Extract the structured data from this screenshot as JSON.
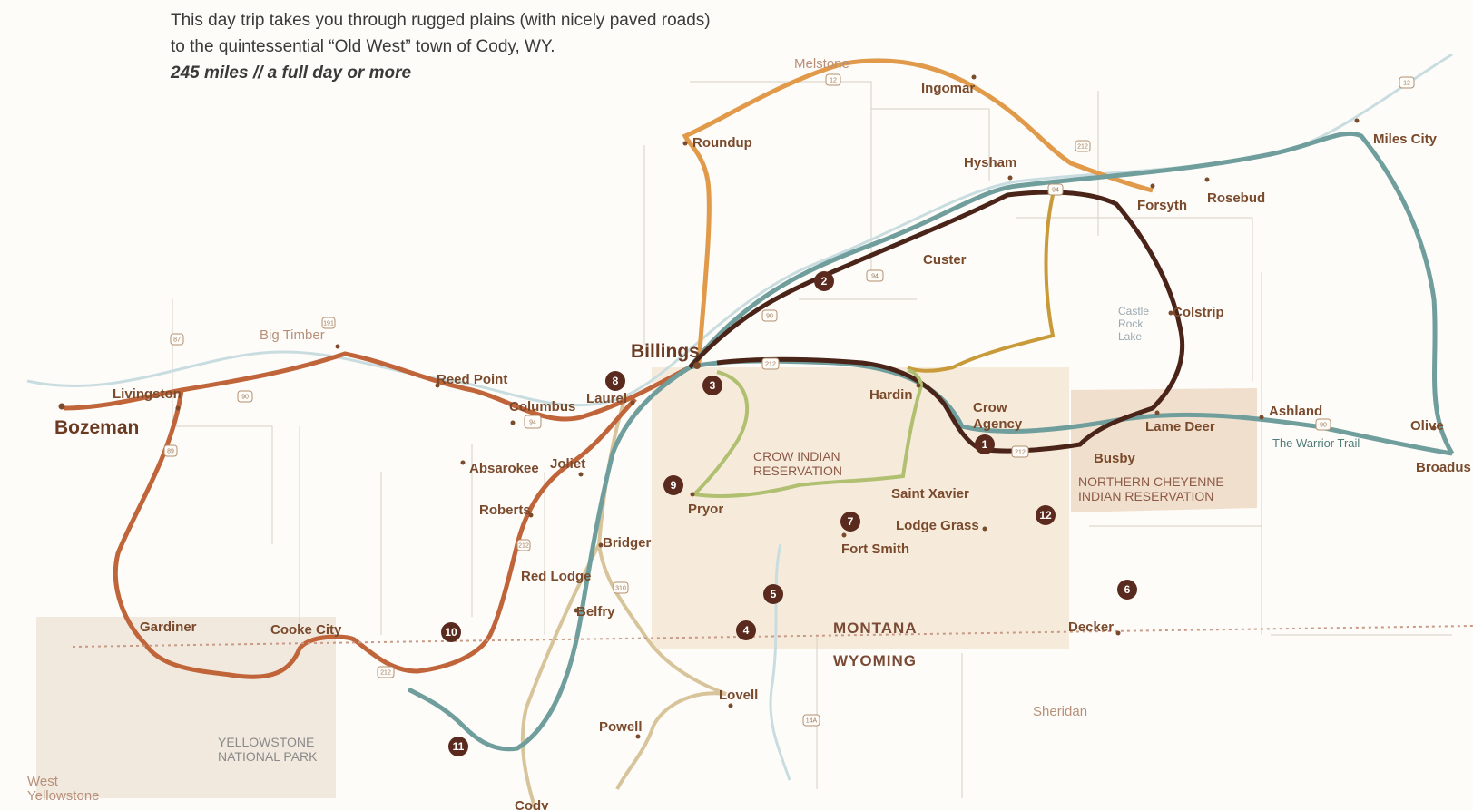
{
  "intro": {
    "line1": "This day trip takes you through rugged plains (with nicely paved roads)",
    "line2": "to the quintessential “Old West” town of Cody, WY.",
    "distance": "245 miles // a full day or more"
  },
  "towns": {
    "bozeman": "Bozeman",
    "livingston": "Livingston",
    "big_timber": "Big Timber",
    "reed_point": "Reed Point",
    "columbus": "Columbus",
    "laurel": "Laurel",
    "billings": "Billings",
    "absarokee": "Absarokee",
    "joliet": "Joliet",
    "roberts": "Roberts",
    "red_lodge": "Red Lodge",
    "bridger": "Bridger",
    "belfry": "Belfry",
    "gardiner": "Gardiner",
    "cooke_city": "Cooke City",
    "powell": "Powell",
    "lovell": "Lovell",
    "cody": "Cody",
    "pryor": "Pryor",
    "fort_smith": "Fort Smith",
    "saint_xavier": "Saint Xavier",
    "lodge_grass": "Lodge Grass",
    "hardin": "Hardin",
    "crow_agency_1": "Crow",
    "crow_agency_2": "Agency",
    "custer": "Custer",
    "hysham": "Hysham",
    "melstone": "Melstone",
    "ingomar": "Ingomar",
    "roundup": "Roundup",
    "forsyth": "Forsyth",
    "rosebud": "Rosebud",
    "colstrip": "Colstrip",
    "lame_deer": "Lame Deer",
    "busby": "Busby",
    "ashland": "Ashland",
    "miles_city": "Miles City",
    "olive": "Olive",
    "broadus": "Broadus",
    "decker": "Decker",
    "sheridan": "Sheridan",
    "west_yellowstone_1": "West",
    "west_yellowstone_2": "Yellowstone"
  },
  "regions": {
    "crow_1": "CROW INDIAN",
    "crow_2": "RESERVATION",
    "cheyenne_1": "NORTHERN CHEYENNE",
    "cheyenne_2": "INDIAN RESERVATION",
    "yellowstone_1": "YELLOWSTONE",
    "yellowstone_2": "NATIONAL PARK",
    "lake_1": "Castle",
    "lake_2": "Rock",
    "lake_3": "Lake",
    "montana": "MONTANA",
    "wyoming": "WYOMING",
    "warrior_trail": "The Warrior Trail"
  },
  "markers": [
    "1",
    "2",
    "3",
    "4",
    "5",
    "6",
    "7",
    "8",
    "9",
    "10",
    "11",
    "12"
  ],
  "shields": [
    "90",
    "94",
    "12",
    "87",
    "191",
    "89",
    "212",
    "310",
    "212",
    "14A",
    "212",
    "12",
    "94",
    "94",
    "90",
    "212",
    "212",
    "90"
  ],
  "colors": {
    "route_brown": "#c0643a",
    "route_dark": "#4a2418",
    "route_orange": "#e09a4a",
    "route_teal": "#7aa6a4",
    "route_gold": "#c89a3a",
    "route_green": "#b0c070",
    "route_tan": "#d8c49a",
    "reservation": "#f3e4d2",
    "marker": "#5a2a1e"
  }
}
